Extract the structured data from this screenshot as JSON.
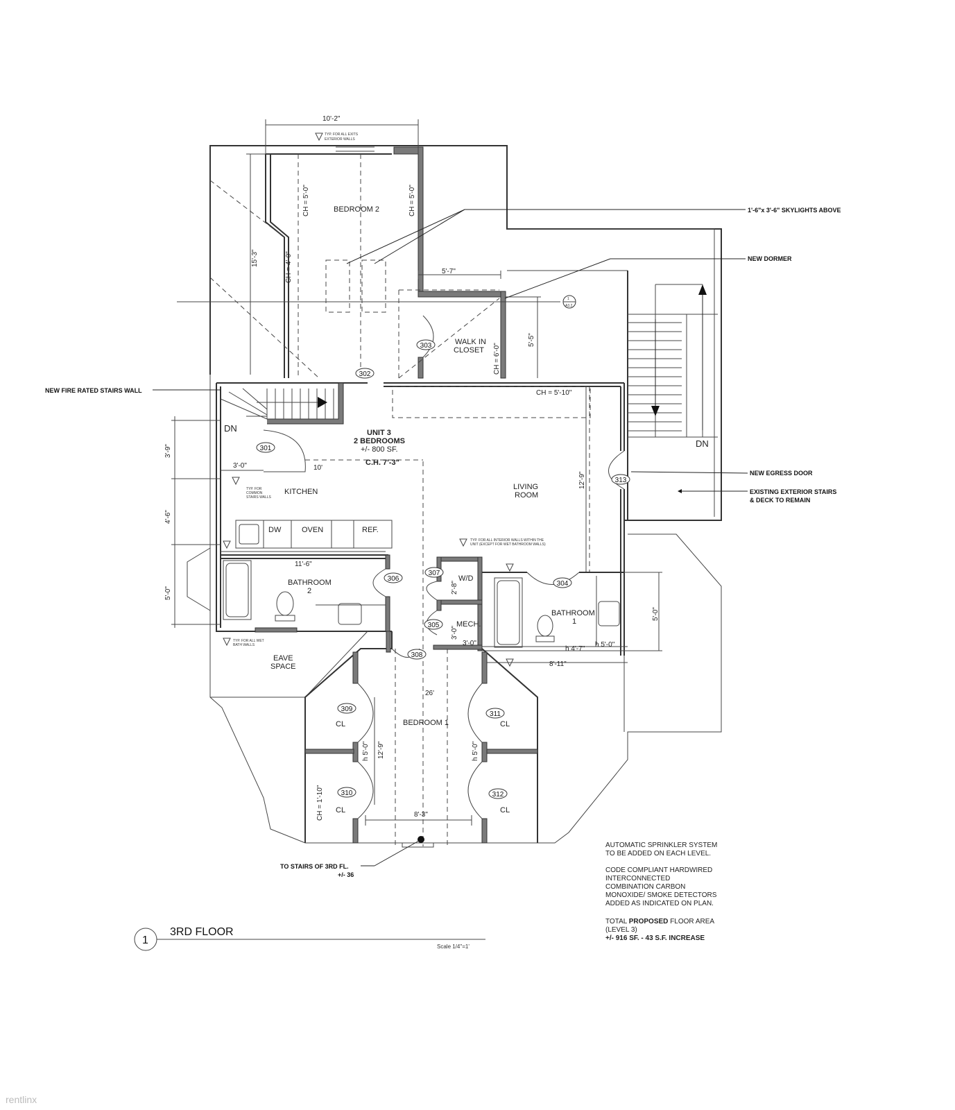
{
  "dimensions": {
    "top_width": "10'-2\"",
    "bedroom2_depth": "15'-3\"",
    "ch_5_0_left": "CH = 5'-0\"",
    "ch_5_0_right": "CH = 5'-0\"",
    "ch_4_0": "CH = 4'-0\"",
    "walkin_width": "5'-7\"",
    "walkin_depth": "5'-5\"",
    "walkin_ch": "CH = 6'-0\"",
    "living_ch": "CH = 5'-10\"",
    "kitchen_3_9": "3'-9\"",
    "kitchen_3_0": "3'-0\"",
    "kitchen_10": "10'",
    "kitchen_4_6": "4'-6\"",
    "unit_ch": "C.H. 7'-3\"",
    "living_12_9": "12'-9\"",
    "bath2_width": "11'-6\"",
    "bath2_5_0": "5'-0\"",
    "wd_2_8": "2'-8\"",
    "mech_3_0a": "3'-0\"",
    "mech_3_0b": "3'-0\"",
    "bath1_h47": "h 4'-7\"",
    "bath1_h50": "h 5'-0\"",
    "bath1_5_0": "5'-0\"",
    "bath1_8_11": "8'-11\"",
    "bedroom1_26": "26'",
    "bedroom1_12_9": "12'-9\"",
    "cl_h50_left": "h 5'-0\"",
    "cl_h50_right": "h 5'-0\"",
    "ch_1_10": "CH = 1'-10\"",
    "bedroom1_8_3": "8'-3\""
  },
  "rooms": {
    "bedroom2": "BEDROOM 2",
    "walkin_1": "WALK IN",
    "walkin_2": "CLOSET",
    "unit_1": "UNIT 3",
    "unit_2": "2 BEDROOMS",
    "unit_3": "+/- 800 SF.",
    "kitchen": "KITCHEN",
    "living_1": "LIVING",
    "living_2": "ROOM",
    "dw": "DW",
    "oven": "OVEN",
    "ref": "REF.",
    "bathroom2_1": "BATHROOM",
    "bathroom2_2": "2",
    "wd": "W/D",
    "mech": "MECH.",
    "bathroom1_1": "BATHROOM",
    "bathroom1_2": "1",
    "eave_1": "EAVE",
    "eave_2": "SPACE",
    "bedroom1": "BEDROOM 1",
    "cl_309": "CL",
    "cl_311": "CL",
    "cl_310": "CL",
    "cl_312": "CL",
    "dn_left": "DN",
    "dn_right": "DN"
  },
  "tags": {
    "t301": "301",
    "t302": "302",
    "t303": "303",
    "t304": "304",
    "t305": "305",
    "t306": "306",
    "t307": "307",
    "t308": "308",
    "t309": "309",
    "t310": "310",
    "t311": "311",
    "t312": "312",
    "t313": "313"
  },
  "callouts": {
    "skylights": "1'-6\"x 3'-6\" SKYLIGHTS ABOVE",
    "dormer": "NEW DORMER",
    "fire_wall": "NEW FIRE RATED STAIRS WALL",
    "egress": "NEW EGRESS DOOR",
    "ext_stairs_1": "EXISTING EXTERIOR STAIRS",
    "ext_stairs_2": "& DECK TO REMAIN",
    "to_stairs_1": "TO STAIRS OF 3RD FL.",
    "to_stairs_2": "+/- 36"
  },
  "small_notes": {
    "exits_1": "TYP. FOR ALL EXITS",
    "exits_2": "EXTERIOR WALLS",
    "common_1": "TYP. FOR",
    "common_2": "COMMON",
    "common_3": "STAIRS WALLS",
    "interior_1": "TYP. FOR ALL INTERIOR WALLS WITHIN THE",
    "interior_2": "UNIT (EXCEPT FOR WET BATHROOM WALLS)",
    "wet_1": "TYP. FOR ALL WET",
    "wet_2": "BATH WALLS",
    "section_num": "1",
    "section_sheet": "A3.2"
  },
  "notes": {
    "sprinkler_1": "AUTOMATIC SPRINKLER SYSTEM",
    "sprinkler_2": "TO BE ADDED ON EACH LEVEL.",
    "detector_1": "CODE COMPLIANT HARDWIRED",
    "detector_2": "INTERCONNECTED",
    "detector_3": "COMBINATION CARBON",
    "detector_4": "MONOXIDE/ SMOKE DETECTORS",
    "detector_5": "ADDED AS INDICATED ON PLAN.",
    "area_prefix": "TOTAL",
    "area_bold": "PROPOSED",
    "area_suffix": "FLOOR AREA",
    "area_level": "(LEVEL 3)",
    "area_value": "+/- 916 SF. - 43 S.F. INCREASE"
  },
  "title_block": {
    "number": "1",
    "title": "3RD FLOOR",
    "scale": "Scale 1/4\"=1'"
  },
  "watermark": "rentlinx"
}
